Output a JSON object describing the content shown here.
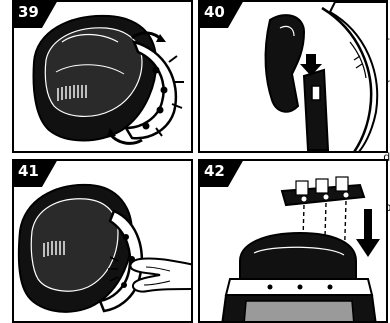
{
  "side_text_fragments": [
    "-",
    "er",
    "d",
    "ab"
  ],
  "panels": [
    {
      "number": "39",
      "illustration": "helmet-shell-with-rotating-ring"
    },
    {
      "number": "40",
      "illustration": "ring-tab-insertion-into-slot"
    },
    {
      "number": "41",
      "illustration": "ring-pressed-by-fingers"
    },
    {
      "number": "42",
      "illustration": "ring-lowered-onto-container"
    }
  ],
  "colors": {
    "badge": "#000000",
    "badge_text": "#ffffff",
    "canister_band": "#9a9a9a"
  }
}
